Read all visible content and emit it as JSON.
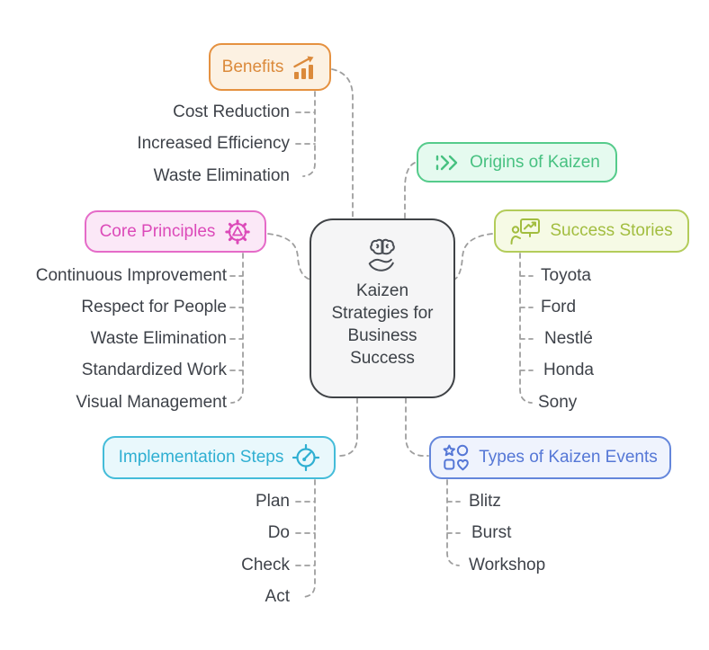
{
  "diagram": {
    "type": "mindmap",
    "central": {
      "label": "Kaizen Strategies for Business Success",
      "icon": "brain-in-hand-icon"
    },
    "branches": [
      {
        "id": "benefits",
        "label": "Benefits",
        "icon": "bar-chart-growth-icon",
        "items": [
          "Cost Reduction",
          "Increased Efficiency",
          "Waste Elimination"
        ]
      },
      {
        "id": "origins",
        "label": "Origins of Kaizen",
        "icon": "double-chevron-forward-icon",
        "items": []
      },
      {
        "id": "core_principles",
        "label": "Core Principles",
        "icon": "gear-turbine-icon",
        "items": [
          "Continuous Improvement",
          "Respect for People",
          "Waste Elimination",
          "Standardized Work",
          "Visual Management"
        ]
      },
      {
        "id": "success_stories",
        "label": "Success Stories",
        "icon": "presenter-chart-board-icon",
        "items": [
          "Toyota",
          "Ford",
          "Nestlé",
          "Honda",
          "Sony"
        ]
      },
      {
        "id": "implementation_steps",
        "label": "Implementation Steps",
        "icon": "gauge-target-icon",
        "items": [
          "Plan",
          "Do",
          "Check",
          "Act"
        ]
      },
      {
        "id": "types_of_events",
        "label": "Types of Kaizen Events",
        "icon": "shapes-star-circle-square-heart-icon",
        "items": [
          "Blitz",
          "Burst",
          "Workshop"
        ]
      }
    ],
    "colors": {
      "canvas_background": "#ffffff",
      "connector_dashed": "#9e9e9e",
      "item_text": "#3e4249",
      "central": {
        "border": "#3f4246",
        "fill": "#f5f5f6",
        "text": "#3c4147"
      },
      "benefits": {
        "border": "#e59140",
        "fill": "#fcf1e2",
        "text": "#db8a3b"
      },
      "origins": {
        "border": "#55cb8b",
        "fill": "#e5faef",
        "text": "#47c181"
      },
      "core_principles": {
        "border": "#e56bc8",
        "fill": "#fbe8f7",
        "text": "#dc4ab9"
      },
      "success_stories": {
        "border": "#b3cc5a",
        "fill": "#f6fae5",
        "text": "#a2bd3f"
      },
      "implementation_steps": {
        "border": "#44bcd9",
        "fill": "#e9f8fc",
        "text": "#2fafd2"
      },
      "types_of_events": {
        "border": "#6486db",
        "fill": "#eff3fd",
        "text": "#5577d6"
      }
    }
  }
}
